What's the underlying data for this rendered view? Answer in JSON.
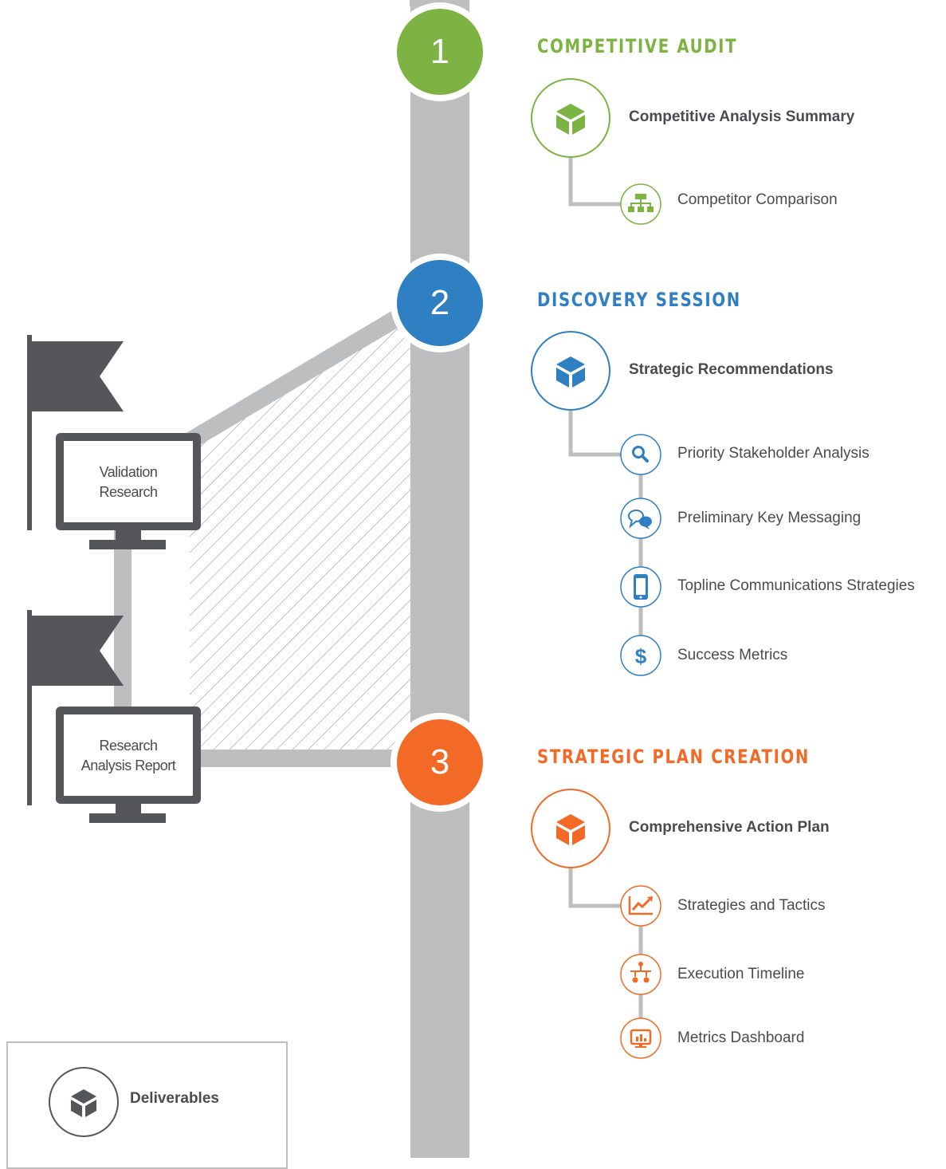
{
  "colors": {
    "green": "#7cb342",
    "blue": "#2f7fc3",
    "orange": "#f26a26",
    "gray": "#bdbebf",
    "dark": "#55565a"
  },
  "stages": [
    {
      "number": "1",
      "title": "COMPETITIVE AUDIT",
      "deliverable": "Competitive Analysis Summary",
      "items": [
        {
          "label": "Competitor Comparison",
          "icon": "org-chart-icon"
        }
      ]
    },
    {
      "number": "2",
      "title": "DISCOVERY SESSION",
      "deliverable": "Strategic Recommendations",
      "items": [
        {
          "label": "Priority Stakeholder Analysis",
          "icon": "magnifier-icon"
        },
        {
          "label": "Preliminary Key Messaging",
          "icon": "chat-bubbles-icon"
        },
        {
          "label": "Topline Communications Strategies",
          "icon": "smartphone-icon"
        },
        {
          "label": "Success Metrics",
          "icon": "dollar-icon"
        }
      ]
    },
    {
      "number": "3",
      "title": "STRATEGIC PLAN CREATION",
      "deliverable": "Comprehensive Action Plan",
      "items": [
        {
          "label": "Strategies and Tactics",
          "icon": "trend-chart-icon"
        },
        {
          "label": "Execution Timeline",
          "icon": "hierarchy-icon"
        },
        {
          "label": "Metrics Dashboard",
          "icon": "dashboard-icon"
        }
      ]
    }
  ],
  "research": [
    {
      "line1": "Validation",
      "line2": "Research"
    },
    {
      "line1": "Research",
      "line2": "Analysis Report"
    }
  ],
  "legend": {
    "label": "Deliverables",
    "icon": "cube-icon"
  }
}
